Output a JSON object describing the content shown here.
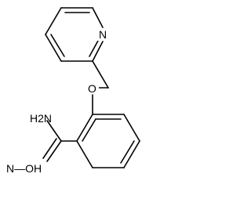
{
  "molecule": {
    "atoms": {
      "pyridine_n": "N",
      "ether_o": "O",
      "amine": "H2N",
      "oxime_group": "N—OH"
    },
    "colors": {
      "bond": "#000000",
      "text": "#000000",
      "background": "#ffffff"
    }
  }
}
